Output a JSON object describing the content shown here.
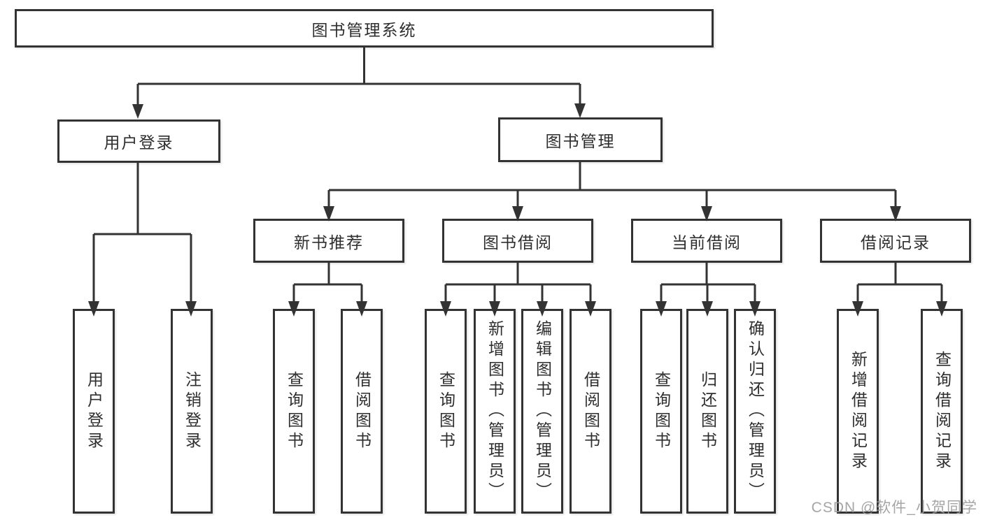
{
  "diagram": {
    "root": {
      "label": "图书管理系统"
    },
    "branches": [
      {
        "label": "用户登录",
        "children": [
          {
            "label": "用户登录"
          },
          {
            "label": "注销登录"
          }
        ]
      },
      {
        "label": "图书管理",
        "children": [
          {
            "label": "新书推荐",
            "children": [
              {
                "label": "查询图书"
              },
              {
                "label": "借阅图书"
              }
            ]
          },
          {
            "label": "图书借阅",
            "children": [
              {
                "label": "查询图书"
              },
              {
                "label": "新增图书（管理员）"
              },
              {
                "label": "编辑图书（管理员）"
              },
              {
                "label": "借阅图书"
              }
            ]
          },
          {
            "label": "当前借阅",
            "children": [
              {
                "label": "查询图书"
              },
              {
                "label": "归还图书"
              },
              {
                "label": "确认归还（管理员）"
              }
            ]
          },
          {
            "label": "借阅记录",
            "children": [
              {
                "label": "新增借阅记录"
              },
              {
                "label": "查询借阅记录"
              }
            ]
          }
        ]
      }
    ]
  },
  "watermark": {
    "text": "CSDN @软件_小贺同学"
  },
  "colors": {
    "line": "#333333",
    "box_border": "#333333",
    "text": "#2e2e2e",
    "watermark": "#9b9b9b",
    "background": "#ffffff"
  }
}
